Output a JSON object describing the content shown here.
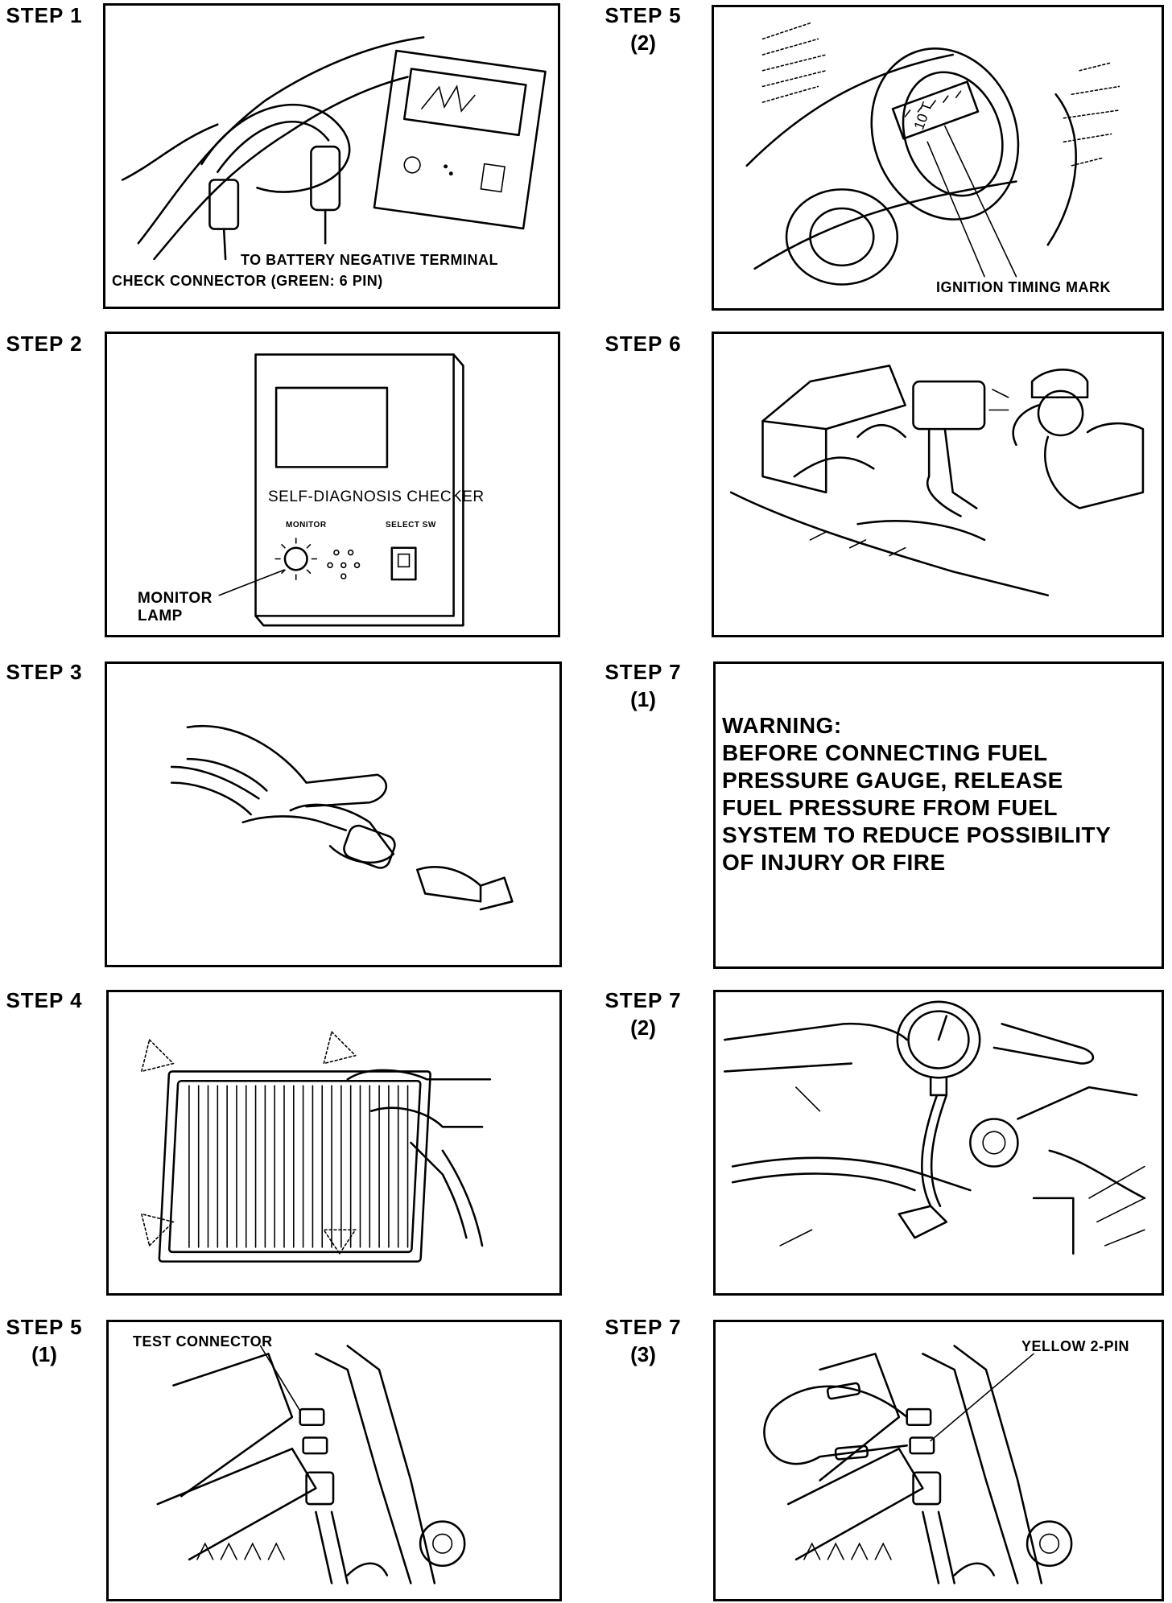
{
  "steps": [
    {
      "id": "step1",
      "label": "STEP 1",
      "sub": "",
      "callouts": [
        "TO BATTERY NEGATIVE TERMINAL",
        "CHECK CONNECTOR (GREEN: 6 PIN)"
      ]
    },
    {
      "id": "step2",
      "label": "STEP 2",
      "sub": "",
      "device_title": "SELF-DIAGNOSIS CHECKER",
      "monitor_small": "MONITOR",
      "select_small": "SELECT SW",
      "callouts": [
        "MONITOR",
        "LAMP"
      ]
    },
    {
      "id": "step3",
      "label": "STEP 3",
      "sub": "",
      "callouts": []
    },
    {
      "id": "step4",
      "label": "STEP 4",
      "sub": "",
      "callouts": []
    },
    {
      "id": "step5-1",
      "label": "STEP 5",
      "sub": "(1)",
      "callouts": [
        "TEST CONNECTOR"
      ]
    },
    {
      "id": "step5-2",
      "label": "STEP 5",
      "sub": "(2)",
      "callouts": [
        "IGNITION TIMING MARK"
      ]
    },
    {
      "id": "step6",
      "label": "STEP 6",
      "sub": "",
      "callouts": []
    },
    {
      "id": "step7-1",
      "label": "STEP 7",
      "sub": "(1)",
      "warning": [
        "WARNING:",
        "BEFORE CONNECTING FUEL",
        "PRESSURE GAUGE, RELEASE",
        "FUEL PRESSURE FROM FUEL",
        "SYSTEM TO REDUCE POSSIBILITY",
        "OF INJURY OR FIRE"
      ]
    },
    {
      "id": "step7-2",
      "label": "STEP 7",
      "sub": "(2)",
      "callouts": []
    },
    {
      "id": "step7-3",
      "label": "STEP 7",
      "sub": "(3)",
      "callouts": [
        "YELLOW 2-PIN"
      ]
    }
  ]
}
